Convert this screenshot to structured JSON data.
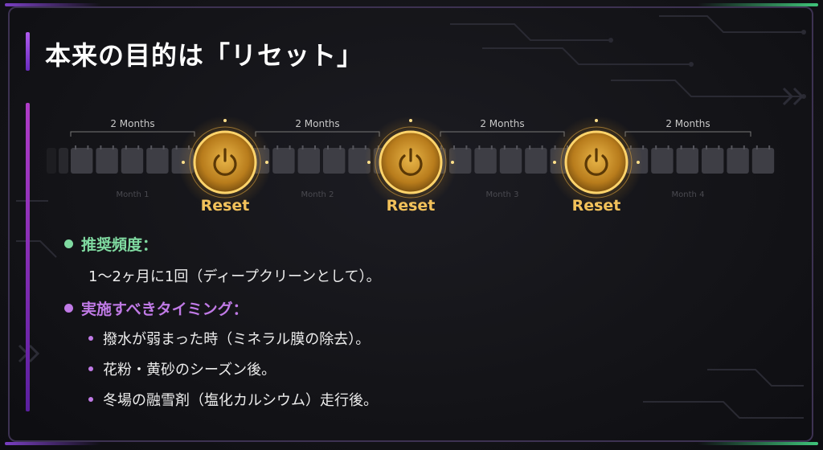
{
  "title": "本来の目的は「リセット」",
  "timeline": {
    "interval_labels": [
      "2 Months",
      "2 Months",
      "2 Months",
      "2 Months"
    ],
    "month_labels": [
      "Month 1",
      "Month 2",
      "Month 3",
      "Month 4"
    ],
    "reset_label": "Reset",
    "icon": "power-icon",
    "accent_color": "#f2b640"
  },
  "recommended": {
    "heading": "推奨頻度：",
    "text": "1〜2ヶ月に1回（ディープクリーンとして）。",
    "color": "#7fd9a0"
  },
  "timing": {
    "heading": "実施すべきタイミング：",
    "items": [
      "撥水が弱まった時（ミネラル膜の除去）。",
      "花粉・黄砂のシーズン後。",
      "冬場の融雪剤（塩化カルシウム）走行後。"
    ],
    "color": "#c07ae6"
  }
}
